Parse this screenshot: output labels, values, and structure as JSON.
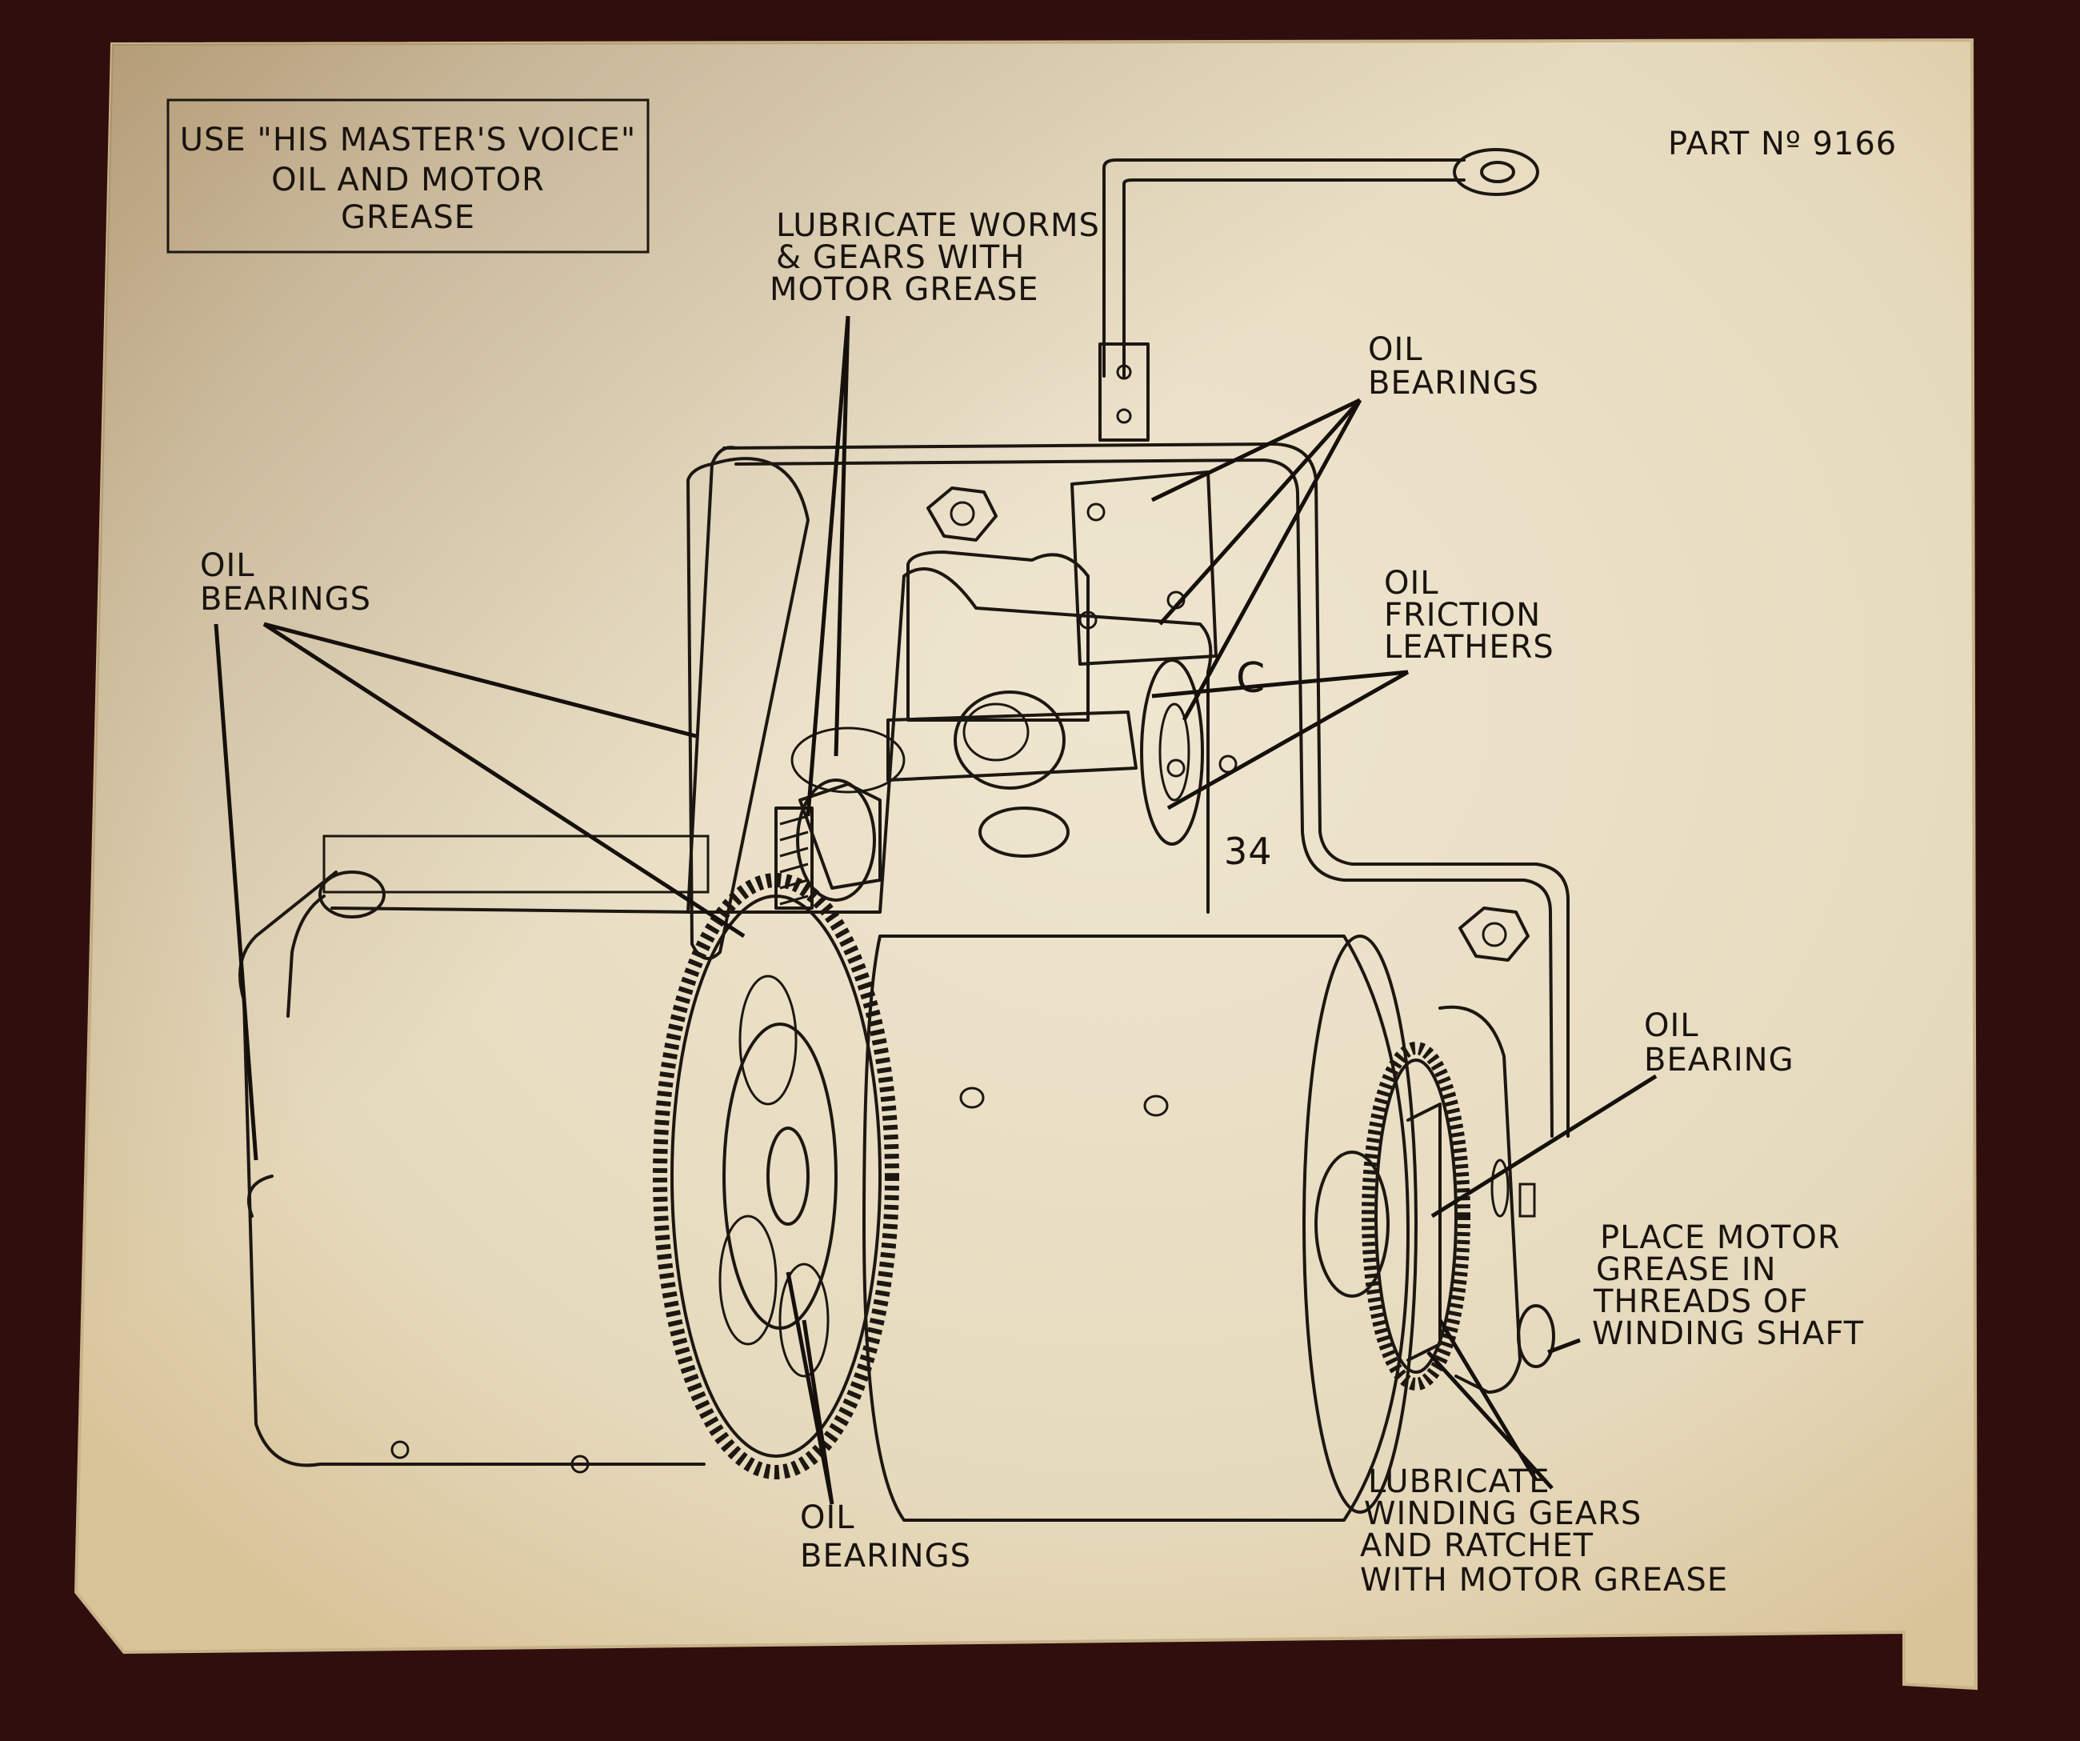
{
  "sheet": {
    "header_box": [
      "USE \"HIS MASTER'S VOICE\"",
      "OIL  AND  MOTOR",
      "GREASE"
    ],
    "part_number": "PART Nº 9166",
    "number_stamp": "34",
    "letter_stamp": "C"
  },
  "callouts": {
    "lubricate_worms": [
      "LUBRICATE WORMS",
      "& GEARS WITH",
      "MOTOR GREASE"
    ],
    "oil_bearings_top": [
      "OIL",
      "BEARINGS"
    ],
    "oil_friction_leathers": [
      "OIL",
      "FRICTION",
      "LEATHERS"
    ],
    "oil_bearings_left": [
      "OIL",
      "BEARINGS"
    ],
    "oil_bearing_right": [
      "OIL",
      "BEARING"
    ],
    "place_motor_grease": [
      "PLACE MOTOR",
      "GREASE IN",
      "THREADS OF",
      "WINDING SHAFT"
    ],
    "oil_bearings_bottom": [
      "OIL",
      "BEARINGS"
    ],
    "lubricate_winding": [
      "LUBRICATE",
      "WINDING GEARS",
      "AND RATCHET",
      "WITH MOTOR GREASE"
    ]
  },
  "colors": {
    "background": "#2a0c0c",
    "paper": "#ece3cc",
    "ink": "#1d1712"
  }
}
